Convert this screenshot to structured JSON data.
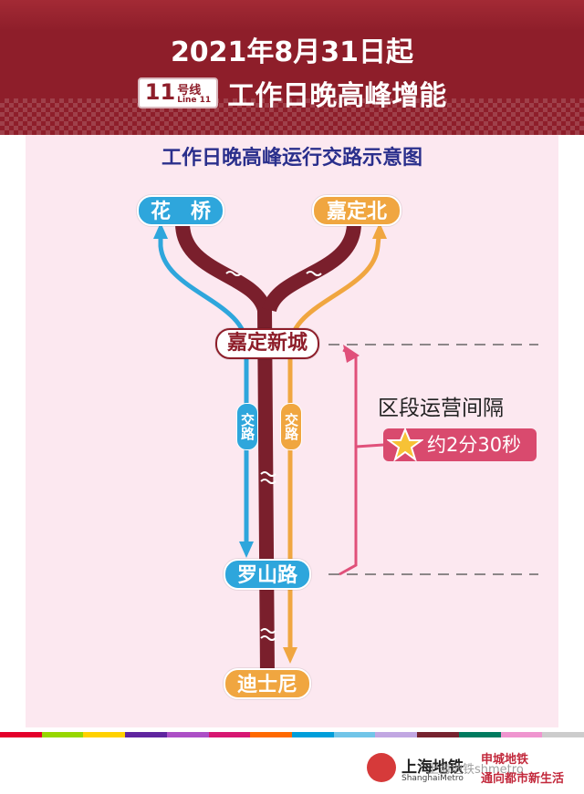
{
  "header": {
    "date_line": "2021年8月31日起",
    "line_number": "11",
    "line_cn": "号线",
    "line_en": "Line 11",
    "headline": "工作日晚高峰增能",
    "bg_color": "#8e1e2a"
  },
  "diagram": {
    "title": "工作日晚高峰运行交路示意图",
    "stations": {
      "huaqiao": "花　桥",
      "jiadingbei": "嘉定北",
      "jiadingxincheng": "嘉定新城",
      "luoshanlu": "罗山路",
      "dishini": "迪士尼"
    },
    "route_label_blue": "交路",
    "route_label_orange": "交路",
    "interval_title": "区段运营间隔",
    "interval_value": "约2分30秒",
    "colors": {
      "blue": "#2ea6dc",
      "orange": "#f0a640",
      "maroon": "#7a1f2c",
      "pink_arrow": "#e0507a"
    }
  },
  "footer": {
    "logo_cn": "上海地铁",
    "logo_en": "ShanghaiMetro",
    "slogan_line1": "申城地铁",
    "slogan_line2": "通向都市新生活",
    "watermark": "上海地铁shmetro"
  }
}
